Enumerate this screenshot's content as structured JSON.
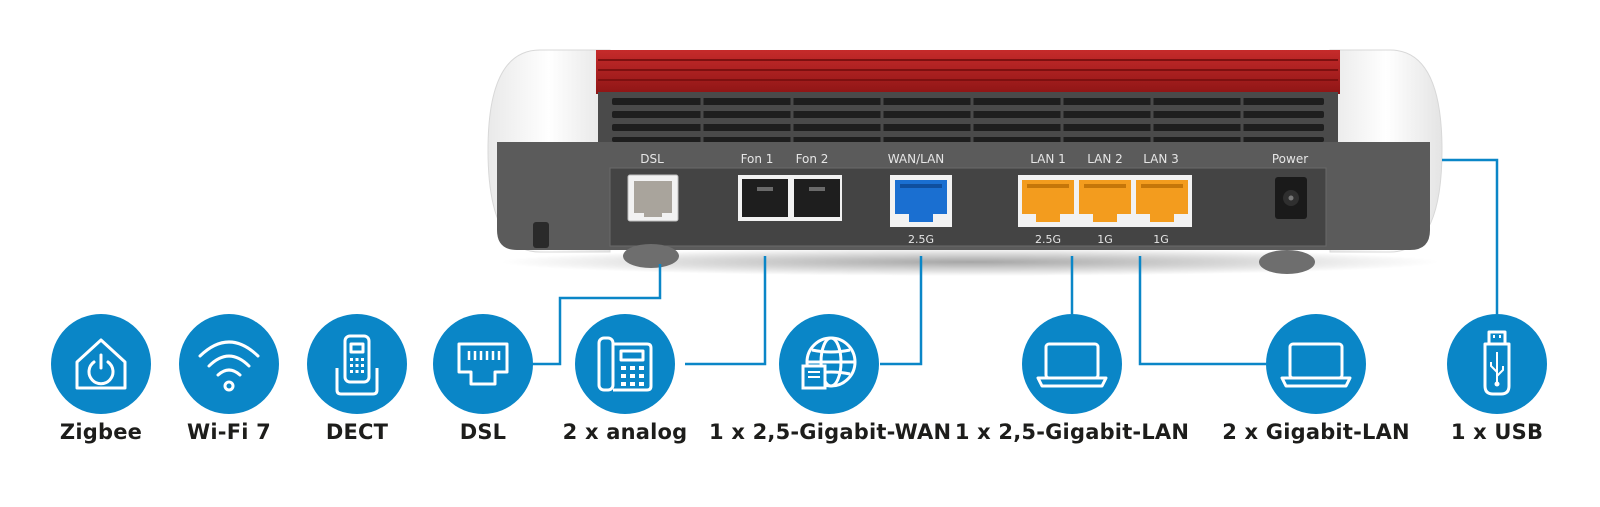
{
  "ports": {
    "dsl": "DSL",
    "fon1": "Fon 1",
    "fon2": "Fon 2",
    "wan": "WAN/LAN",
    "lan1": "LAN 1",
    "lan2": "LAN 2",
    "lan3": "LAN 3",
    "power": "Power"
  },
  "speeds": {
    "wan": "2.5G",
    "lan1": "2.5G",
    "lan2": "1G",
    "lan3": "1G"
  },
  "features": [
    {
      "label": "Zigbee",
      "icon": "zigbee-home-icon"
    },
    {
      "label": "Wi-Fi 7",
      "icon": "wifi-icon"
    },
    {
      "label": "DECT",
      "icon": "dect-phone-icon"
    },
    {
      "label": "DSL",
      "icon": "dsl-port-icon"
    },
    {
      "label": "2 x analog",
      "icon": "analog-phone-icon"
    },
    {
      "label": "1 x 2,5-Gigabit-WAN",
      "icon": "globe-wan-icon"
    },
    {
      "label": "1 x 2,5-Gigabit-LAN",
      "icon": "laptop-icon"
    },
    {
      "label": "2 x Gigabit-LAN",
      "icon": "laptop-icon"
    },
    {
      "label": "1 x USB",
      "icon": "usb-icon"
    }
  ],
  "colors": {
    "accent": "#0a86c7",
    "router_red": "#b71c1c",
    "port_blue": "#1a6fd1",
    "port_orange": "#f39c1e"
  }
}
